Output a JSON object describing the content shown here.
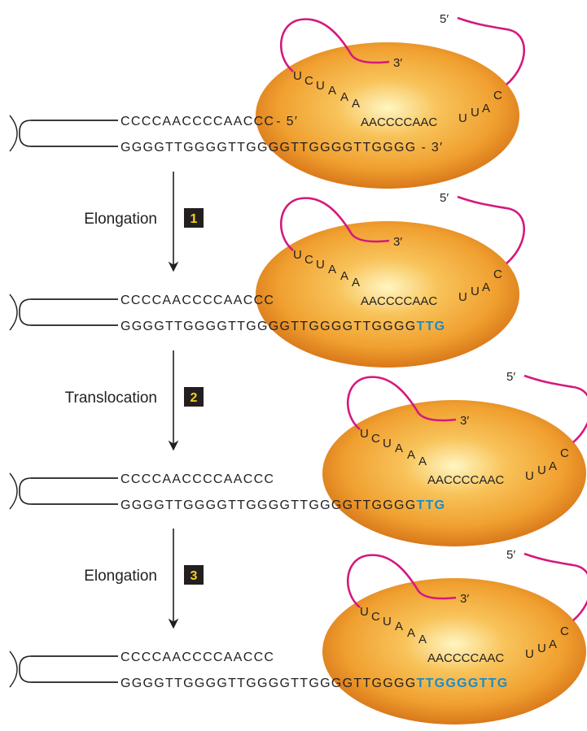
{
  "panels": [
    {
      "top_strand": "CCCCAACCCCAACCC",
      "top_end": "- 5′",
      "bottom_strand": "GGGGTTGGGGTTGGGGTTGGGGTTGGGG",
      "bottom_new": "",
      "bottom_end": "- 3′",
      "rna_template": [
        "U",
        "C",
        "U",
        "A",
        "A",
        "A",
        "AACCCCAAC",
        "U",
        "U",
        "A",
        "C"
      ],
      "rna_5prime": "5′",
      "rna_3prime": "3′"
    },
    {
      "top_strand": "CCCCAACCCCAACCC",
      "top_end": "",
      "bottom_strand": "GGGGTTGGGGTTGGGGTTGGGGTTGGGG",
      "bottom_new": "TTG",
      "bottom_end": "",
      "rna_template": [
        "U",
        "C",
        "U",
        "A",
        "A",
        "A",
        "AACCCCAAC",
        "U",
        "U",
        "A",
        "C"
      ],
      "rna_5prime": "5′",
      "rna_3prime": "3′"
    },
    {
      "top_strand": "CCCCAACCCCAACCC",
      "top_end": "",
      "bottom_strand": "GGGGTTGGGGTTGGGGTTGGGGTTGGGG",
      "bottom_new": "TTG",
      "bottom_end": "",
      "rna_template": [
        "U",
        "C",
        "U",
        "A",
        "A",
        "A",
        "AACCCCAAC",
        "U",
        "U",
        "A",
        "C"
      ],
      "rna_5prime": "5′",
      "rna_3prime": "3′"
    },
    {
      "top_strand": "CCCCAACCCCAACCC",
      "top_end": "",
      "bottom_strand": "GGGGTTGGGGTTGGGGTTGGGGTTGGGG",
      "bottom_new": "TTGGGGTTG",
      "bottom_end": "",
      "rna_template": [
        "U",
        "C",
        "U",
        "A",
        "A",
        "A",
        "AACCCCAAC",
        "U",
        "U",
        "A",
        "C"
      ],
      "rna_5prime": "5′",
      "rna_3prime": "3′"
    }
  ],
  "steps": [
    {
      "label": "Elongation",
      "number": "1"
    },
    {
      "label": "Translocation",
      "number": "2"
    },
    {
      "label": "Elongation",
      "number": "3"
    }
  ],
  "colors": {
    "enzyme_light": "#fff3b0",
    "enzyme_mid": "#f6a634",
    "enzyme_dark": "#d9781a",
    "rna_loop": "#d4197d",
    "new_dna": "#1e8bc3",
    "step_box": "#231f20",
    "step_number": "#f2d21b"
  }
}
